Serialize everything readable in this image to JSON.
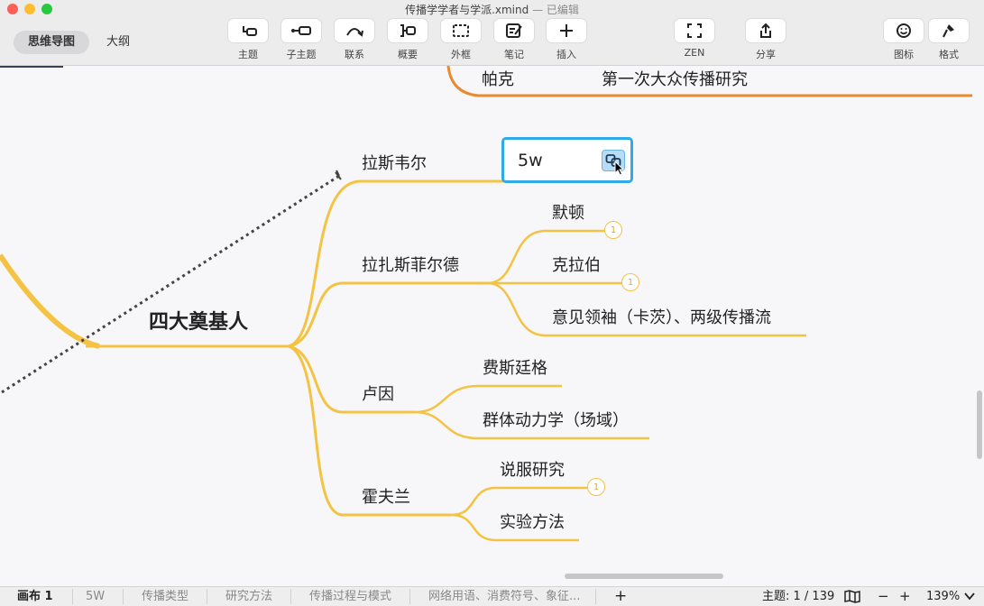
{
  "window": {
    "title": "传播学学者与学派.xmind",
    "status": "— 已编辑"
  },
  "view_tabs": [
    {
      "label": "思维导图",
      "active": true
    },
    {
      "label": "大纲",
      "active": false
    }
  ],
  "toolbar": {
    "topic": "主题",
    "subtopic": "子主题",
    "relationship": "联系",
    "summary": "概要",
    "boundary": "外框",
    "note": "笔记",
    "insert": "插入",
    "zen": "ZEN",
    "share": "分享",
    "icons": "图标",
    "format": "格式"
  },
  "mindmap": {
    "top_branch": {
      "label": "帕克",
      "detail": "第一次大众传播研究"
    },
    "root": "四大奠基人",
    "lasswell": {
      "label": "拉斯韦尔",
      "child": "5w"
    },
    "lazarsfeld": {
      "label": "拉扎斯菲尔德",
      "children": [
        "默顿",
        "克拉伯",
        "意见领袖（卡茨）、两级传播流"
      ]
    },
    "lewin": {
      "label": "卢因",
      "children": [
        "费斯廷格",
        "群体动力学（场域）"
      ]
    },
    "hovland": {
      "label": "霍夫兰",
      "children": [
        "说服研究",
        "实验方法"
      ]
    },
    "badges": [
      "1",
      "1",
      "1"
    ]
  },
  "sheets": [
    {
      "label": "画布 1",
      "active": true
    },
    {
      "label": "5W",
      "active": false
    },
    {
      "label": "传播类型",
      "active": false
    },
    {
      "label": "研究方法",
      "active": false
    },
    {
      "label": "传播过程与模式",
      "active": false
    },
    {
      "label": "网络用语、消费符号、象征...",
      "active": false
    }
  ],
  "status": {
    "add": "+",
    "topic_count": "主题: 1 / 139",
    "zoom_out": "−",
    "zoom_in": "+",
    "zoom": "139%"
  },
  "colors": {
    "branch": "#f5c344",
    "top_branch": "#e98a2e",
    "selection": "#30a9e8",
    "relationship": "#444444"
  }
}
